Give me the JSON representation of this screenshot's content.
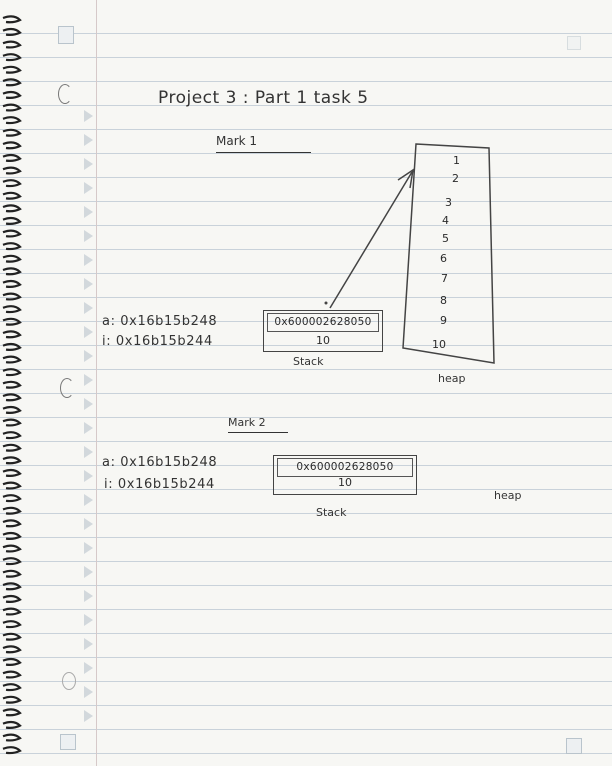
{
  "title": "Project 3 : Part 1  task 5",
  "mark1": {
    "label": "Mark 1",
    "vars": [
      "a: 0x16b15b248",
      "i: 0x16b15b244"
    ],
    "stack_value_top": "0x600002628050",
    "stack_value_bottom": "10",
    "stack_label": "Stack",
    "heap_label": "heap",
    "heap_items": [
      "1",
      "2",
      "3",
      "4",
      "5",
      "6",
      "7",
      "8",
      "9",
      "10"
    ]
  },
  "mark2": {
    "label": "Mark 2",
    "vars": [
      "a: 0x16b15b248",
      "i: 0x16b15b244"
    ],
    "stack_value_top": "0x600002628050",
    "stack_value_bottom": "10",
    "stack_label": "Stack",
    "heap_label": "heap"
  },
  "colors": {
    "paper": "#f7f7f4",
    "rule": "#c9d2da",
    "ink": "#333333"
  }
}
